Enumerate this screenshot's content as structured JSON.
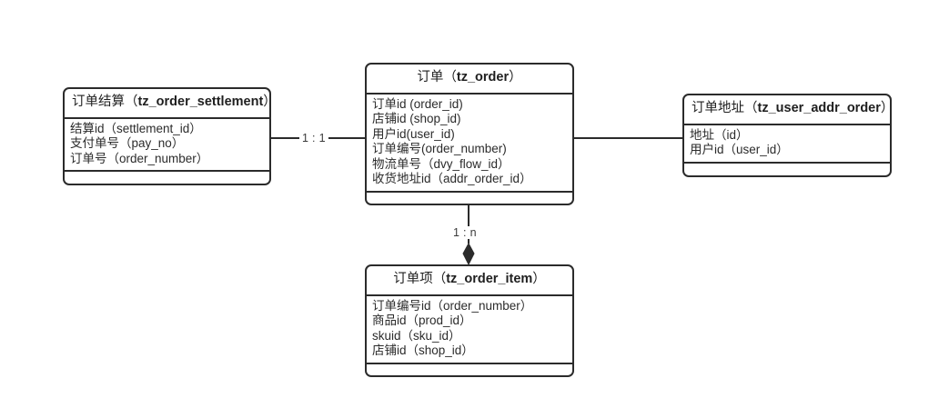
{
  "diagram": {
    "type": "entity-relationship-diagram",
    "background": "#ffffff",
    "line_color": "#2b2b2b",
    "text_color": "#2b2b2b"
  },
  "entities": [
    {
      "id": "tz_order_settlement",
      "title_cn": "订单结算",
      "title_table": "tz_order_settlement",
      "title_full": "订单结算（tz_order_settlement）",
      "attributes": [
        "结算id（settlement_id）",
        "支付单号（pay_no）",
        "订单号（order_number）"
      ]
    },
    {
      "id": "tz_order",
      "title_cn": "订单",
      "title_table": "tz_order",
      "title_full": "订单（tz_order）",
      "attributes": [
        "订单id (order_id)",
        "店铺id (shop_id)",
        "用户id(user_id)",
        "订单编号(order_number)",
        "物流单号（dvy_flow_id）",
        "收货地址id（addr_order_id）"
      ]
    },
    {
      "id": "tz_user_addr_order",
      "title_cn": "订单地址",
      "title_table": "tz_user_addr_order",
      "title_full": "订单地址（tz_user_addr_order）",
      "attributes": [
        "地址（id）",
        "用户id（user_id）"
      ]
    },
    {
      "id": "tz_order_item",
      "title_cn": "订单项",
      "title_table": "tz_order_item",
      "title_full": "订单项（tz_order_item）",
      "attributes": [
        "订单编号id（order_number）",
        "商品id（prod_id）",
        "skuid（sku_id）",
        "店铺id（shop_id）"
      ]
    }
  ],
  "relationships": [
    {
      "id": "settlement-to-order",
      "from": "tz_order_settlement",
      "to": "tz_order",
      "label": "1 : 1",
      "marker": "none"
    },
    {
      "id": "order-to-item",
      "from": "tz_order",
      "to": "tz_order_item",
      "label": "1 : n",
      "marker": "filled-diamond"
    },
    {
      "id": "order-to-address",
      "from": "tz_order",
      "to": "tz_user_addr_order",
      "label": "",
      "marker": "none"
    }
  ]
}
